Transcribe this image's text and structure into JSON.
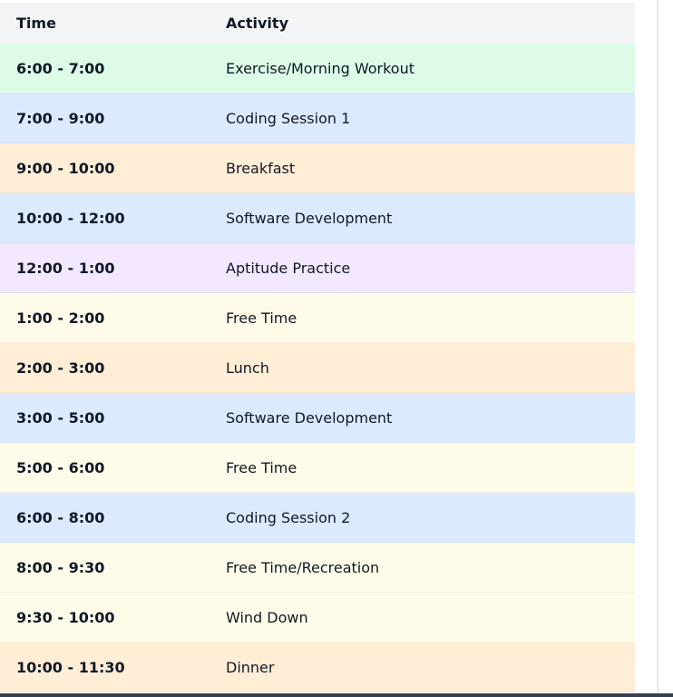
{
  "table": {
    "headers": {
      "time": "Time",
      "activity": "Activity"
    },
    "rows": [
      {
        "time": "6:00 - 7:00",
        "activity": "Exercise/Morning Workout",
        "color": "#dcfce7"
      },
      {
        "time": "7:00 - 9:00",
        "activity": "Coding Session 1",
        "color": "#dbeafe"
      },
      {
        "time": "9:00 - 10:00",
        "activity": "Breakfast",
        "color": "#ffedd5"
      },
      {
        "time": "10:00 - 12:00",
        "activity": "Software Development",
        "color": "#dbeafe"
      },
      {
        "time": "12:00 - 1:00",
        "activity": "Aptitude Practice",
        "color": "#f3e8ff"
      },
      {
        "time": "1:00 - 2:00",
        "activity": "Free Time",
        "color": "#fefce8"
      },
      {
        "time": "2:00 - 3:00",
        "activity": "Lunch",
        "color": "#ffedd5"
      },
      {
        "time": "3:00 - 5:00",
        "activity": "Software Development",
        "color": "#dbeafe"
      },
      {
        "time": "5:00 - 6:00",
        "activity": "Free Time",
        "color": "#fefce8"
      },
      {
        "time": "6:00 - 8:00",
        "activity": "Coding Session 2",
        "color": "#dbeafe"
      },
      {
        "time": "8:00 - 9:30",
        "activity": "Free Time/Recreation",
        "color": "#fefce8"
      },
      {
        "time": "9:30 - 10:00",
        "activity": "Wind Down",
        "color": "#fefce8"
      },
      {
        "time": "10:00 - 11:30",
        "activity": "Dinner",
        "color": "#ffedd5"
      }
    ]
  }
}
